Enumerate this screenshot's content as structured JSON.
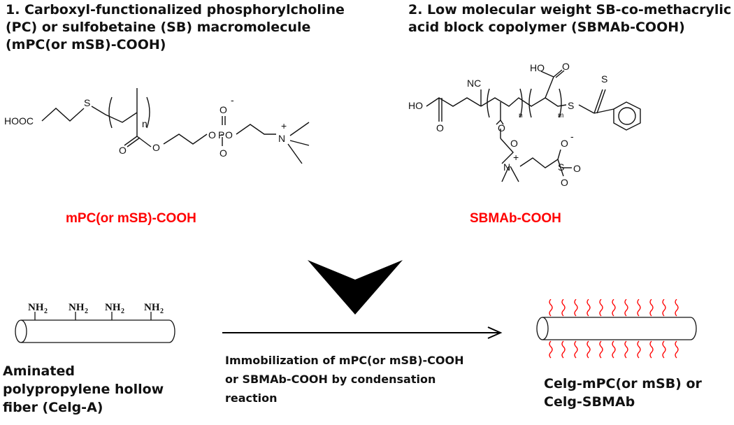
{
  "panel1": {
    "title_lines": [
      "1. Carboxyl-functionalized phosphorylcholine",
      "(PC) or sulfobetaine (SB) macromolecule",
      "(mPC(or mSB)-COOH)"
    ],
    "label": "mPC(or mSB)-COOH",
    "atoms": {
      "hooc": "HOOC",
      "s": "S",
      "n_sub": "n",
      "o": "O",
      "p": "P",
      "neg": "-",
      "n": "N",
      "plus": "+"
    }
  },
  "panel2": {
    "title_lines": [
      "2. Low molecular weight SB-co-methacrylic",
      "acid block copolymer (SBMAb-COOH)"
    ],
    "label": "SBMAb-COOH",
    "atoms": {
      "ho": "HO",
      "nc": "NC",
      "s": "S",
      "o": "O",
      "n": "N",
      "plus": "+",
      "neg": "-",
      "n_sub": "n",
      "m_sub": "m"
    }
  },
  "bottom": {
    "amine_group": "NH",
    "amine_sub": "2",
    "left_caption_lines": [
      "Aminated",
      "polypropylene hollow",
      "fiber (Celg-A)"
    ],
    "reaction_lines": [
      "Immobilization of mPC(or mSB)-COOH",
      "or SBMAb-COOH by condensation",
      "reaction"
    ],
    "right_caption_lines": [
      "Celg-mPC(or mSB) or",
      "Celg-SBMAb"
    ]
  },
  "colors": {
    "accent": "#ff0000",
    "ink": "#111111"
  }
}
